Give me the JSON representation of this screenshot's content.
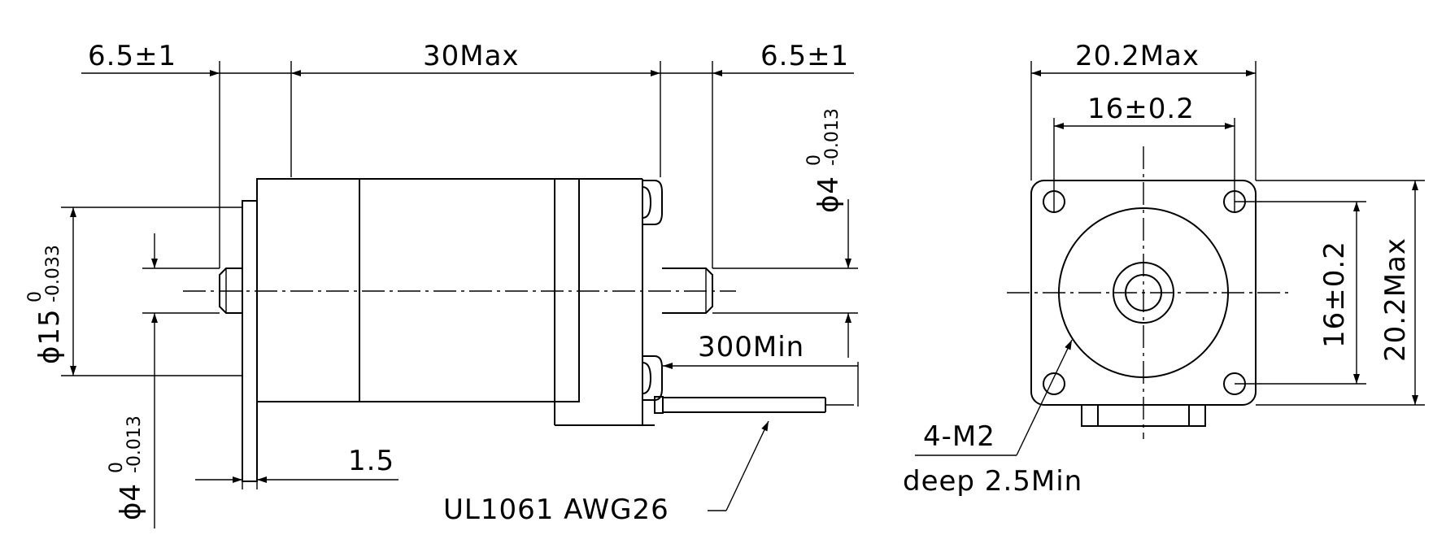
{
  "side_view": {
    "left_shaft_length": "6.5±1",
    "body_length": "30Max",
    "right_shaft_length": "6.5±1",
    "right_shaft_diameter": {
      "main": "ϕ4",
      "upper_tol": "0",
      "lower_tol": "-0.013"
    },
    "lead_wire_length": "300Min",
    "pilot_diameter": {
      "main": "ϕ15",
      "upper_tol": "0",
      "lower_tol": "-0.033"
    },
    "left_shaft_diameter": {
      "main": "ϕ4",
      "upper_tol": "0",
      "lower_tol": "-0.013"
    },
    "flange_thickness": "1.5",
    "wire_spec": "UL1061 AWG26"
  },
  "front_view": {
    "overall_width": "20.2Max",
    "hole_spacing_h": "16±0.2",
    "hole_spacing_v": "16±0.2",
    "overall_height": "20.2Max",
    "thread_callout": "4-M2",
    "thread_depth": "deep 2.5Min"
  }
}
